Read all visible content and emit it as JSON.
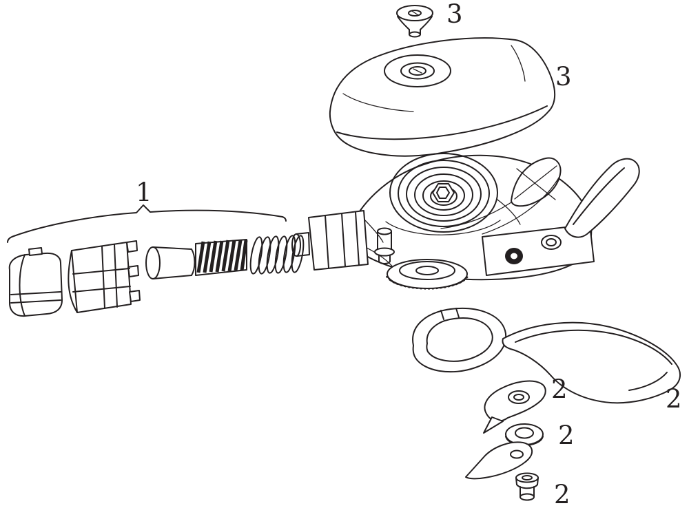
{
  "background_color": "#ffffff",
  "line_color": "#231f20",
  "diagram": {
    "kind": "exploded-parts-line-drawing",
    "subject": "bicycle-trigger-shifter-assembly"
  },
  "callouts": {
    "top_screw": "3",
    "cover": "3",
    "barrel_adjuster_group": "1",
    "clamp_bracket": "2",
    "shift_lever": "2",
    "washer": "2",
    "mount_bolt": "2"
  }
}
